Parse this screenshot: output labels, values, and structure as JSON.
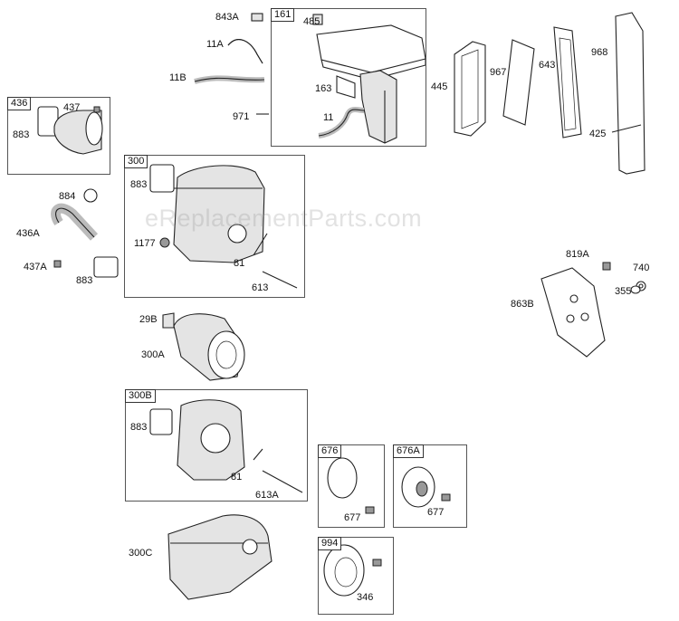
{
  "watermark": "eReplacementParts.com",
  "boxes": {
    "b161": "161",
    "b436": "436",
    "b300": "300",
    "b300B": "300B",
    "b676": "676",
    "b676A": "676A",
    "b994": "994"
  },
  "parts": {
    "p843A": "843A",
    "p485": "485",
    "p11A": "11A",
    "p11B": "11B",
    "p163": "163",
    "p971": "971",
    "p11": "11",
    "p445": "445",
    "p967": "967",
    "p643": "643",
    "p968": "968",
    "p425": "425",
    "p437": "437",
    "p883a": "883",
    "p883b": "883",
    "p884": "884",
    "p436A": "436A",
    "p437A": "437A",
    "p883c": "883",
    "p1177": "1177",
    "p81a": "81",
    "p613": "613",
    "p819A": "819A",
    "p740": "740",
    "p355": "355",
    "p863B": "863B",
    "p29B": "29B",
    "p300A": "300A",
    "p883d": "883",
    "p81b": "81",
    "p613A": "613A",
    "p677a": "677",
    "p677b": "677",
    "p300C": "300C",
    "p346": "346"
  }
}
